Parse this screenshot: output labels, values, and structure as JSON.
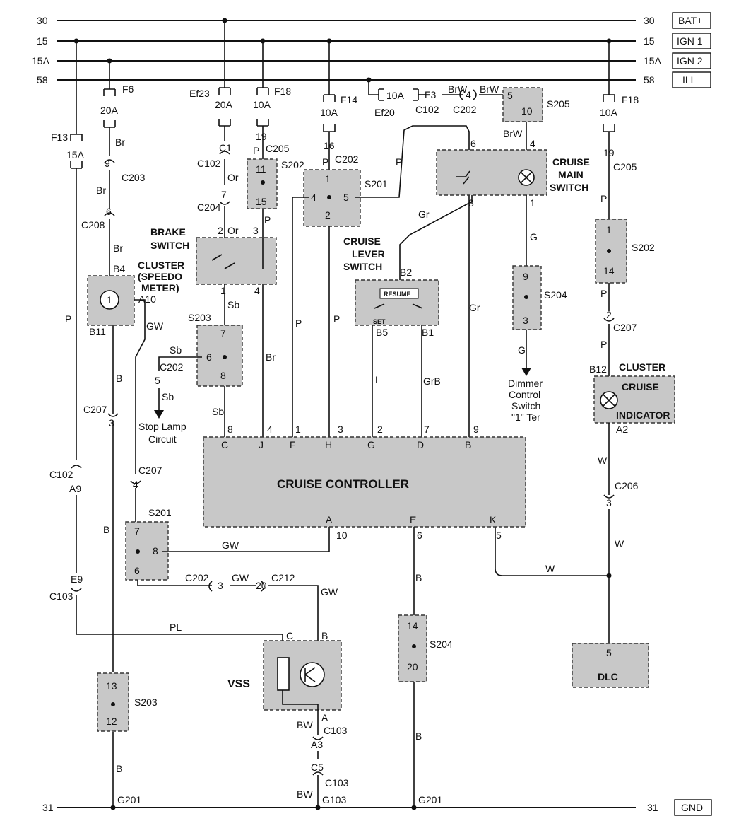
{
  "rails": {
    "r30": {
      "num": "30",
      "tag": "BAT+"
    },
    "r15": {
      "num": "15",
      "tag": "IGN 1"
    },
    "r15a": {
      "num": "15A",
      "tag": "IGN 2"
    },
    "r58": {
      "num": "58",
      "tag": "ILL"
    },
    "r31": {
      "num": "31",
      "tag": "GND"
    }
  },
  "labels": {
    "f13": "F13",
    "f13_amp": "15A",
    "f6": "F6",
    "f6_amp": "20A",
    "br1": "Br",
    "c203": "C203",
    "n9a": "9",
    "br2": "Br",
    "n6a": "6",
    "c208": "C208",
    "br3": "Br",
    "b4": "B4",
    "cluster1": "CLUSTER",
    "cluster2": "(SPEEDO",
    "cluster3": "METER)",
    "a10": "A10",
    "b11": "B11",
    "gw1": "GW",
    "p_left": "P",
    "b_left": "B",
    "c207a": "C207",
    "n3a": "3",
    "c102a": "C102",
    "a9": "A9",
    "b_mid": "B",
    "e9": "E9",
    "c103a": "C103",
    "pl": "PL",
    "s203b": "S203",
    "n13": "13",
    "n12": "12",
    "b_low": "B",
    "g201a": "G201",
    "ef23": "Ef23",
    "ef23_amp": "20A",
    "c1": "C1",
    "c102b": "C102",
    "or1": "Or",
    "n7a": "7",
    "c204": "C204",
    "brake1": "BRAKE",
    "brake2": "SWITCH",
    "n2a": "2",
    "or2": "Or",
    "n3b": "3",
    "n1a": "1",
    "n4a": "4",
    "f18a": "F18",
    "f18a_amp": "10A",
    "n19a": "19",
    "p1": "P",
    "c205a": "C205",
    "s202a": "S202",
    "n11": "11",
    "n15": "15",
    "p2": "P",
    "s203a": "S203",
    "sb1": "Sb",
    "n7b": "7",
    "n6b": "6",
    "n8a": "8",
    "sb2": "Sb",
    "c202a": "C202",
    "n5a": "5",
    "sb3": "Sb",
    "stop1": "Stop Lamp",
    "stop2": "Circuit",
    "sb4": "Sb",
    "br4": "Br",
    "f14": "F14",
    "f14_amp": "10A",
    "n16": "16",
    "p3": "P",
    "c202b": "C202",
    "s201a": "S201",
    "n1b": "1",
    "n4b": "4",
    "n5b": "5",
    "n2b": "2",
    "p4": "P",
    "p5": "P",
    "p6": "P",
    "ef20": "Ef20",
    "ef20_amp": "10A",
    "f3": "F3",
    "c102c": "C102",
    "brw1": "BrW",
    "n4c": "4",
    "brw2": "BrW",
    "c202c": "C202",
    "s205": "S205",
    "n5c": "5",
    "n10a": "10",
    "brw3": "BrW",
    "n6c": "6",
    "n4d": "4",
    "cms1": "CRUISE",
    "cms2": "MAIN",
    "cms3": "SWITCH",
    "n3c": "3",
    "n1c": "1",
    "gr1": "Gr",
    "gr2": "Gr",
    "g1": "G",
    "cls1": "CRUISE",
    "cls2": "LEVER",
    "cls3": "SWITCH",
    "b2": "B2",
    "resume": "RESUME",
    "set": "SET",
    "b5": "B5",
    "b1": "B1",
    "l1": "L",
    "grb": "GrB",
    "s204a": "S204",
    "n9b": "9",
    "n3d": "3",
    "g2": "G",
    "dim1": "Dimmer",
    "dim2": "Control",
    "dim3": "Switch",
    "dim4": "\"1\" Ter",
    "f18b": "F18",
    "f18b_amp": "10A",
    "n19b": "19",
    "c205b": "C205",
    "p7": "P",
    "s202b": "S202",
    "n1d": "1",
    "n14a": "14",
    "p8": "P",
    "n2c": "2",
    "c207b": "C207",
    "p9": "P",
    "b12": "B12",
    "cl2": "CLUSTER",
    "ci1": "CRUISE",
    "ci2": "INDICATOR",
    "a2": "A2",
    "w1": "W",
    "c206": "C206",
    "n3e": "3",
    "w2": "W",
    "w3": "W",
    "cc": "CRUISE CONTROLLER",
    "t8": "8",
    "t4": "4",
    "t1": "1",
    "t3": "3",
    "t2": "2",
    "t7": "7",
    "t9": "9",
    "pC": "C",
    "pJ": "J",
    "pF": "F",
    "pH": "H",
    "pG": "G",
    "pD": "D",
    "pB": "B",
    "pA": "A",
    "pE": "E",
    "pK": "K",
    "t10": "10",
    "t6": "6",
    "t5": "5",
    "c207c": "C207",
    "n4e": "4",
    "s201b": "S201",
    "n7c": "7",
    "n8b": "8",
    "n6d": "6",
    "gw2": "GW",
    "c202d": "C202",
    "n3f": "3",
    "gw3": "GW",
    "n20a": "20",
    "c212": "C212",
    "gw4": "GW",
    "b_e": "B",
    "s204b": "S204",
    "n14b": "14",
    "n20b": "20",
    "b_e2": "B",
    "vss": "VSS",
    "vC": "C",
    "vB": "B",
    "vA": "A",
    "bw1": "BW",
    "c103b": "C103",
    "a3": "A3",
    "c5": "C5",
    "c103c": "C103",
    "bw2": "BW",
    "g103": "G103",
    "g201b": "G201",
    "g201c": "G201",
    "dlc": "DLC",
    "n5d": "5"
  }
}
